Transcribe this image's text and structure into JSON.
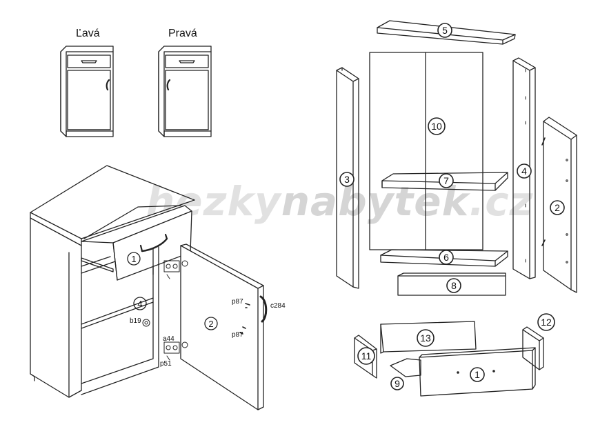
{
  "header": {
    "left_label": "Ľavá",
    "right_label": "Pravá"
  },
  "watermark": {
    "part1": "hezky",
    "part2": "nabytek",
    "part3": ".cz"
  },
  "assembly_labels": {
    "drawer_callout": "1",
    "inner_panel_callout": "4",
    "door_callout": "2",
    "hinge_plate_top": "a44",
    "hinge_plate_bottom": "p51",
    "cam_lock": "b19",
    "screw_upper": "p87",
    "screw_lower": "p87",
    "handle": "c284"
  },
  "parts": {
    "p1": "1",
    "p2": "2",
    "p3": "3",
    "p4": "4",
    "p5": "5",
    "p6": "6",
    "p7": "7",
    "p8": "8",
    "p9": "9",
    "p10": "10",
    "p11": "11",
    "p12": "12",
    "p13": "13"
  }
}
